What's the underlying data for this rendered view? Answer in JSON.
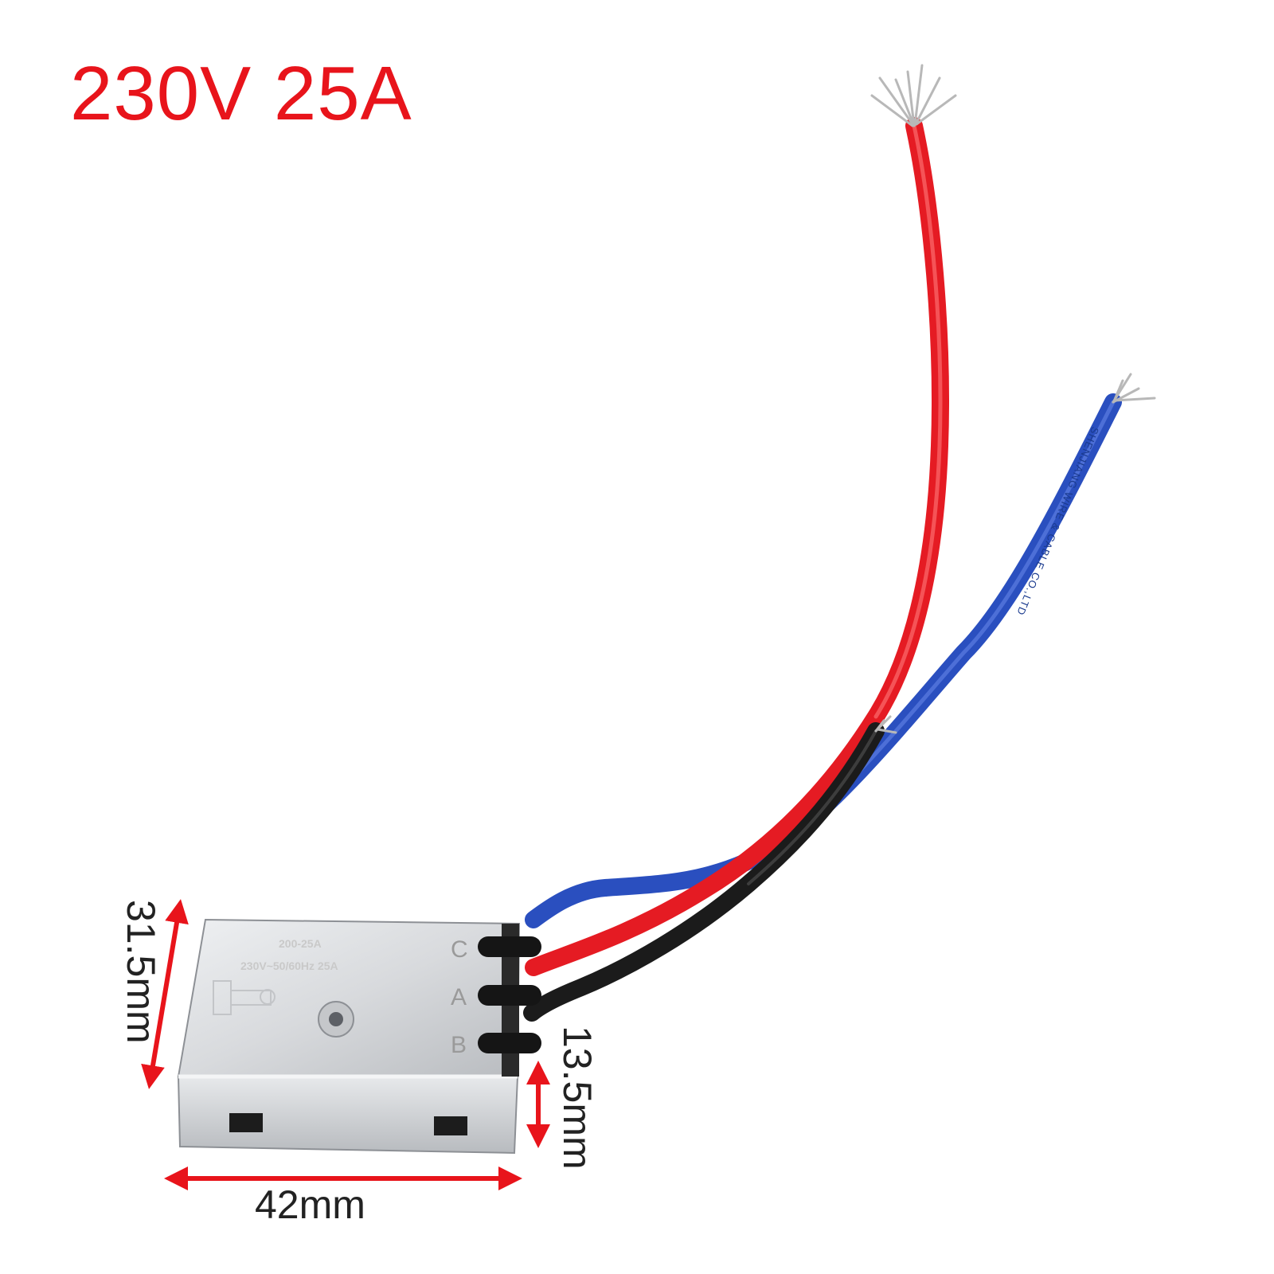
{
  "title": "230V 25A",
  "dimensions": {
    "height": "31.5mm",
    "width": "42mm",
    "depth": "13.5mm"
  },
  "terminals": [
    "C",
    "A",
    "B"
  ],
  "housing_print": {
    "line1": "200-25A",
    "line2": "230V~50/60Hz 25A"
  },
  "cable_print": "SHENJIANG WIRE & CABLE CO.,LTD",
  "colors": {
    "title_text": "#e8141b",
    "arrow": "#e8141b",
    "wire_red": "#e51b23",
    "wire_blue": "#2a4fbf",
    "wire_black": "#1b1b1b",
    "housing": "#d4d6d8"
  },
  "icons": {
    "dimension_arrow": "double-headed-arrow-icon",
    "wire_strands": "stripped-wire-icon",
    "adjust_screw": "screw-icon"
  }
}
